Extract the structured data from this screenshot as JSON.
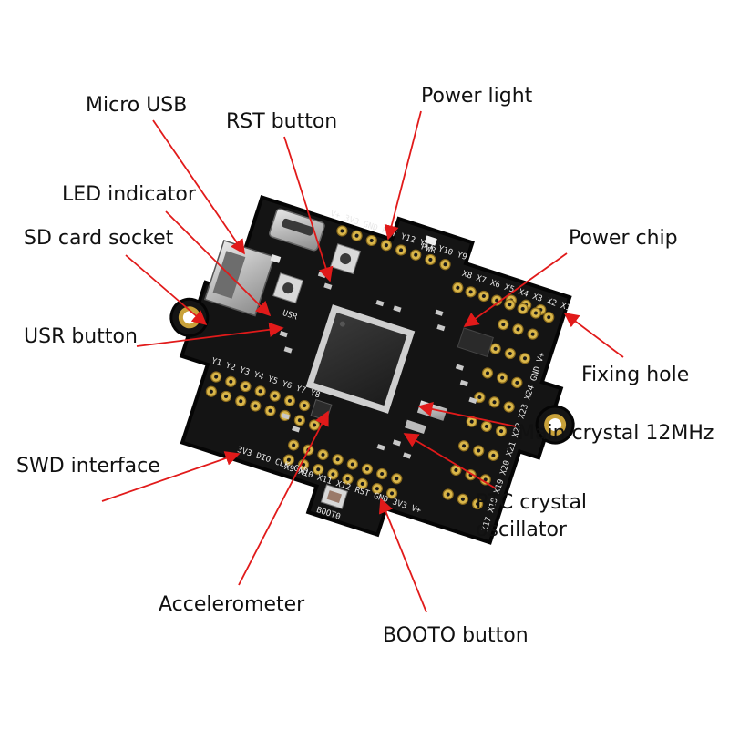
{
  "colors": {
    "leader": "#e11a1a",
    "board": "#141414",
    "board_edge": "#0a0a0a",
    "pad_gold": "#d9b64a",
    "pad_ring": "#8a6a1c",
    "silk": "#e8e8e8",
    "label_text": "#111111"
  },
  "labels": {
    "micro_usb": "Micro USB",
    "rst_button": "RST button",
    "power_light": "Power light",
    "led_indicator": "LED indicator",
    "sd_card_socket": "SD card socket",
    "power_chip": "Power chip",
    "usr_button": "USR button",
    "fixing_hole": "Fixing hole",
    "main_crystal": "Main crystal 12MHz",
    "swd_interface": "SWD interface",
    "rtc_line1": "RTC crystal",
    "rtc_line2": "oscillator",
    "accelerometer": "Accelerometer",
    "booto_button": "BOOTO button"
  },
  "board_silk": {
    "usr": "USR",
    "y_left": "Y1 Y2 Y3 Y4 Y5 Y6 Y7 Y8",
    "swd": "3V3 DIO CLK GND",
    "x_bottom": "X9 X10 X11 X12 RST GND 3V3 V+",
    "x_right": "X17 X18 X19 X20 X21 X22 X23 X24 GND V+",
    "x_top": "X8 X7 X6 X5 X4 X3 X2 X1",
    "y_top": "V+ 3V3 GND RST Y12 Y11 Y10 Y9",
    "boot": "BOOT0",
    "pwr": "PWR"
  }
}
